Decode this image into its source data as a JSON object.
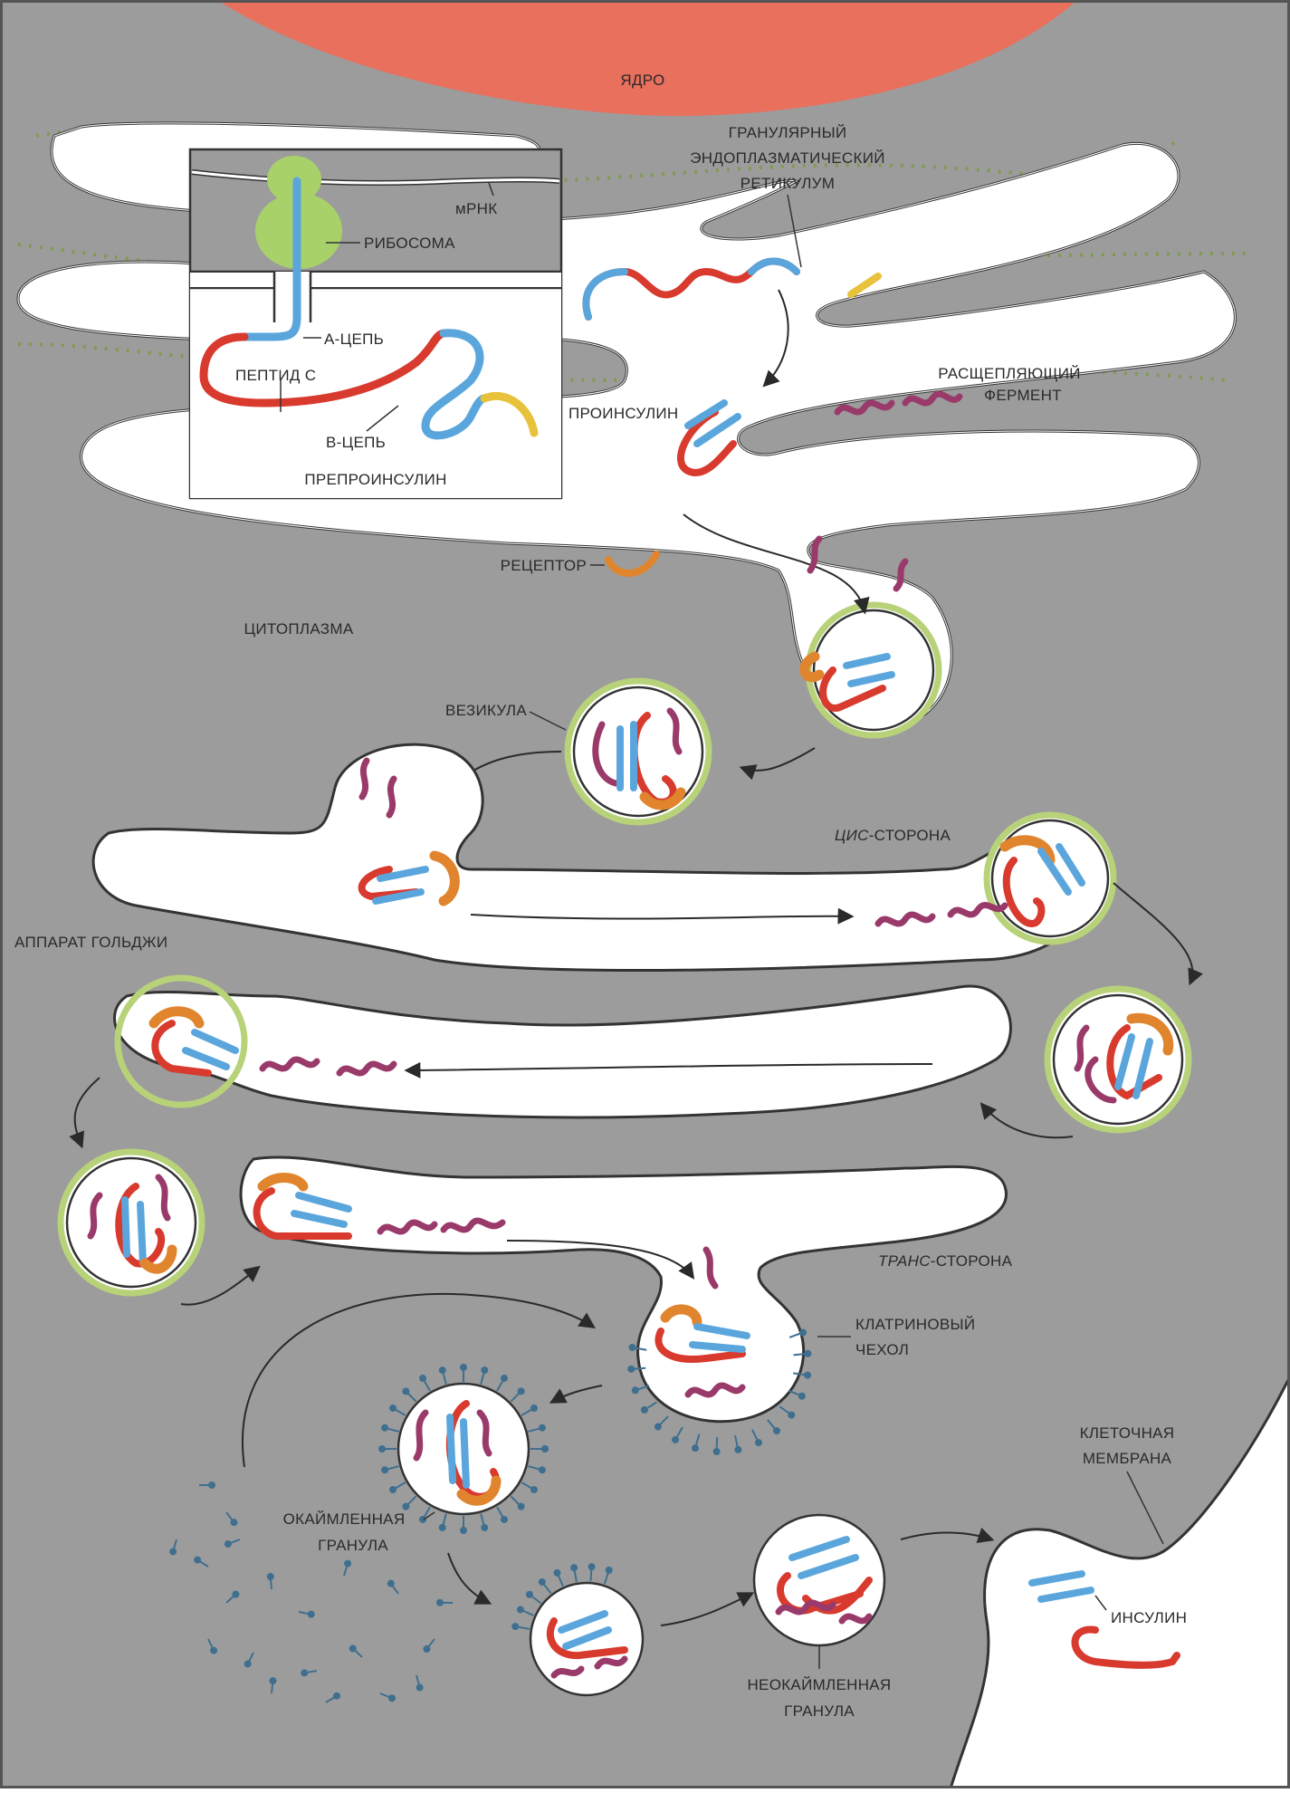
{
  "labels": {
    "nucleus": "ЯДРО",
    "rough_er_line1": "ГРАНУЛЯРНЫЙ",
    "rough_er_line2": "ЭНДОПЛАЗМАТИЧЕСКИЙ",
    "rough_er_line3": "РЕТИКУЛУМ",
    "mrna": "мРНК",
    "ribosome": "РИБОСОМА",
    "a_chain": "А-ЦЕПЬ",
    "peptide_c": "ПЕПТИД С",
    "b_chain": "В-ЦЕПЬ",
    "preproinsulin": "ПРЕПРОИНСУЛИН",
    "cleaving_enzyme_line1": "РАСЩЕПЛЯЮЩИЙ",
    "cleaving_enzyme_line2": "ФЕРМЕНТ",
    "proinsulin": "ПРОИНСУЛИН",
    "receptor": "РЕЦЕПТОР",
    "cytoplasm": "ЦИТОПЛАЗМА",
    "vesicle": "ВЕЗИКУЛА",
    "cis_prefix": "ЦИС",
    "cis_suffix": "-СТОРОНА",
    "golgi": "АППАРАТ ГОЛЬДЖИ",
    "trans_prefix": "ТРАНС",
    "trans_suffix": "-СТОРОНА",
    "clathrin_line1": "КЛАТРИНОВЫЙ",
    "clathrin_line2": "ЧЕХОЛ",
    "coated_granule_line1": "ОКАЙМЛЕННАЯ",
    "coated_granule_line2": "ГРАНУЛА",
    "cell_membrane_line1": "КЛЕТОЧНАЯ",
    "cell_membrane_line2": "МЕМБРАНА",
    "insulin": "ИНСУЛИН",
    "uncoated_granule_line1": "НЕОКАЙМЛЕННАЯ",
    "uncoated_granule_line2": "ГРАНУЛА"
  },
  "colors": {
    "cytoplasm": "#9c9c9c",
    "nucleus": "#e8705c",
    "er_lumen": "#ffffff",
    "ribosome": "#a8d16a",
    "ribosome_studs": "#7f9a4a",
    "a_chain": "#5aa6dc",
    "peptide_c": "#d83a2e",
    "b_chain": "#5aa6dc",
    "signal_peptide": "#e8c23a",
    "enzyme": "#9a3a6a",
    "receptor": "#e0852e",
    "vesicle_coat": "#b8d27a",
    "clathrin": "#3f6f8f"
  }
}
